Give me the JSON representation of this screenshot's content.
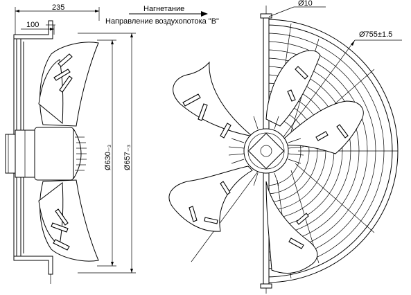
{
  "labels": {
    "dim_total_depth": "235",
    "dim_depth_100": "100",
    "dim_d630": "Ø630₋₃",
    "dim_d657": "Ø657₋₃",
    "dim_d10": "Ø10",
    "dim_d755": "Ø755±1.5",
    "airflow_title": "Нагнетание",
    "airflow_direction": "Направление воздухопотока \"B\""
  }
}
